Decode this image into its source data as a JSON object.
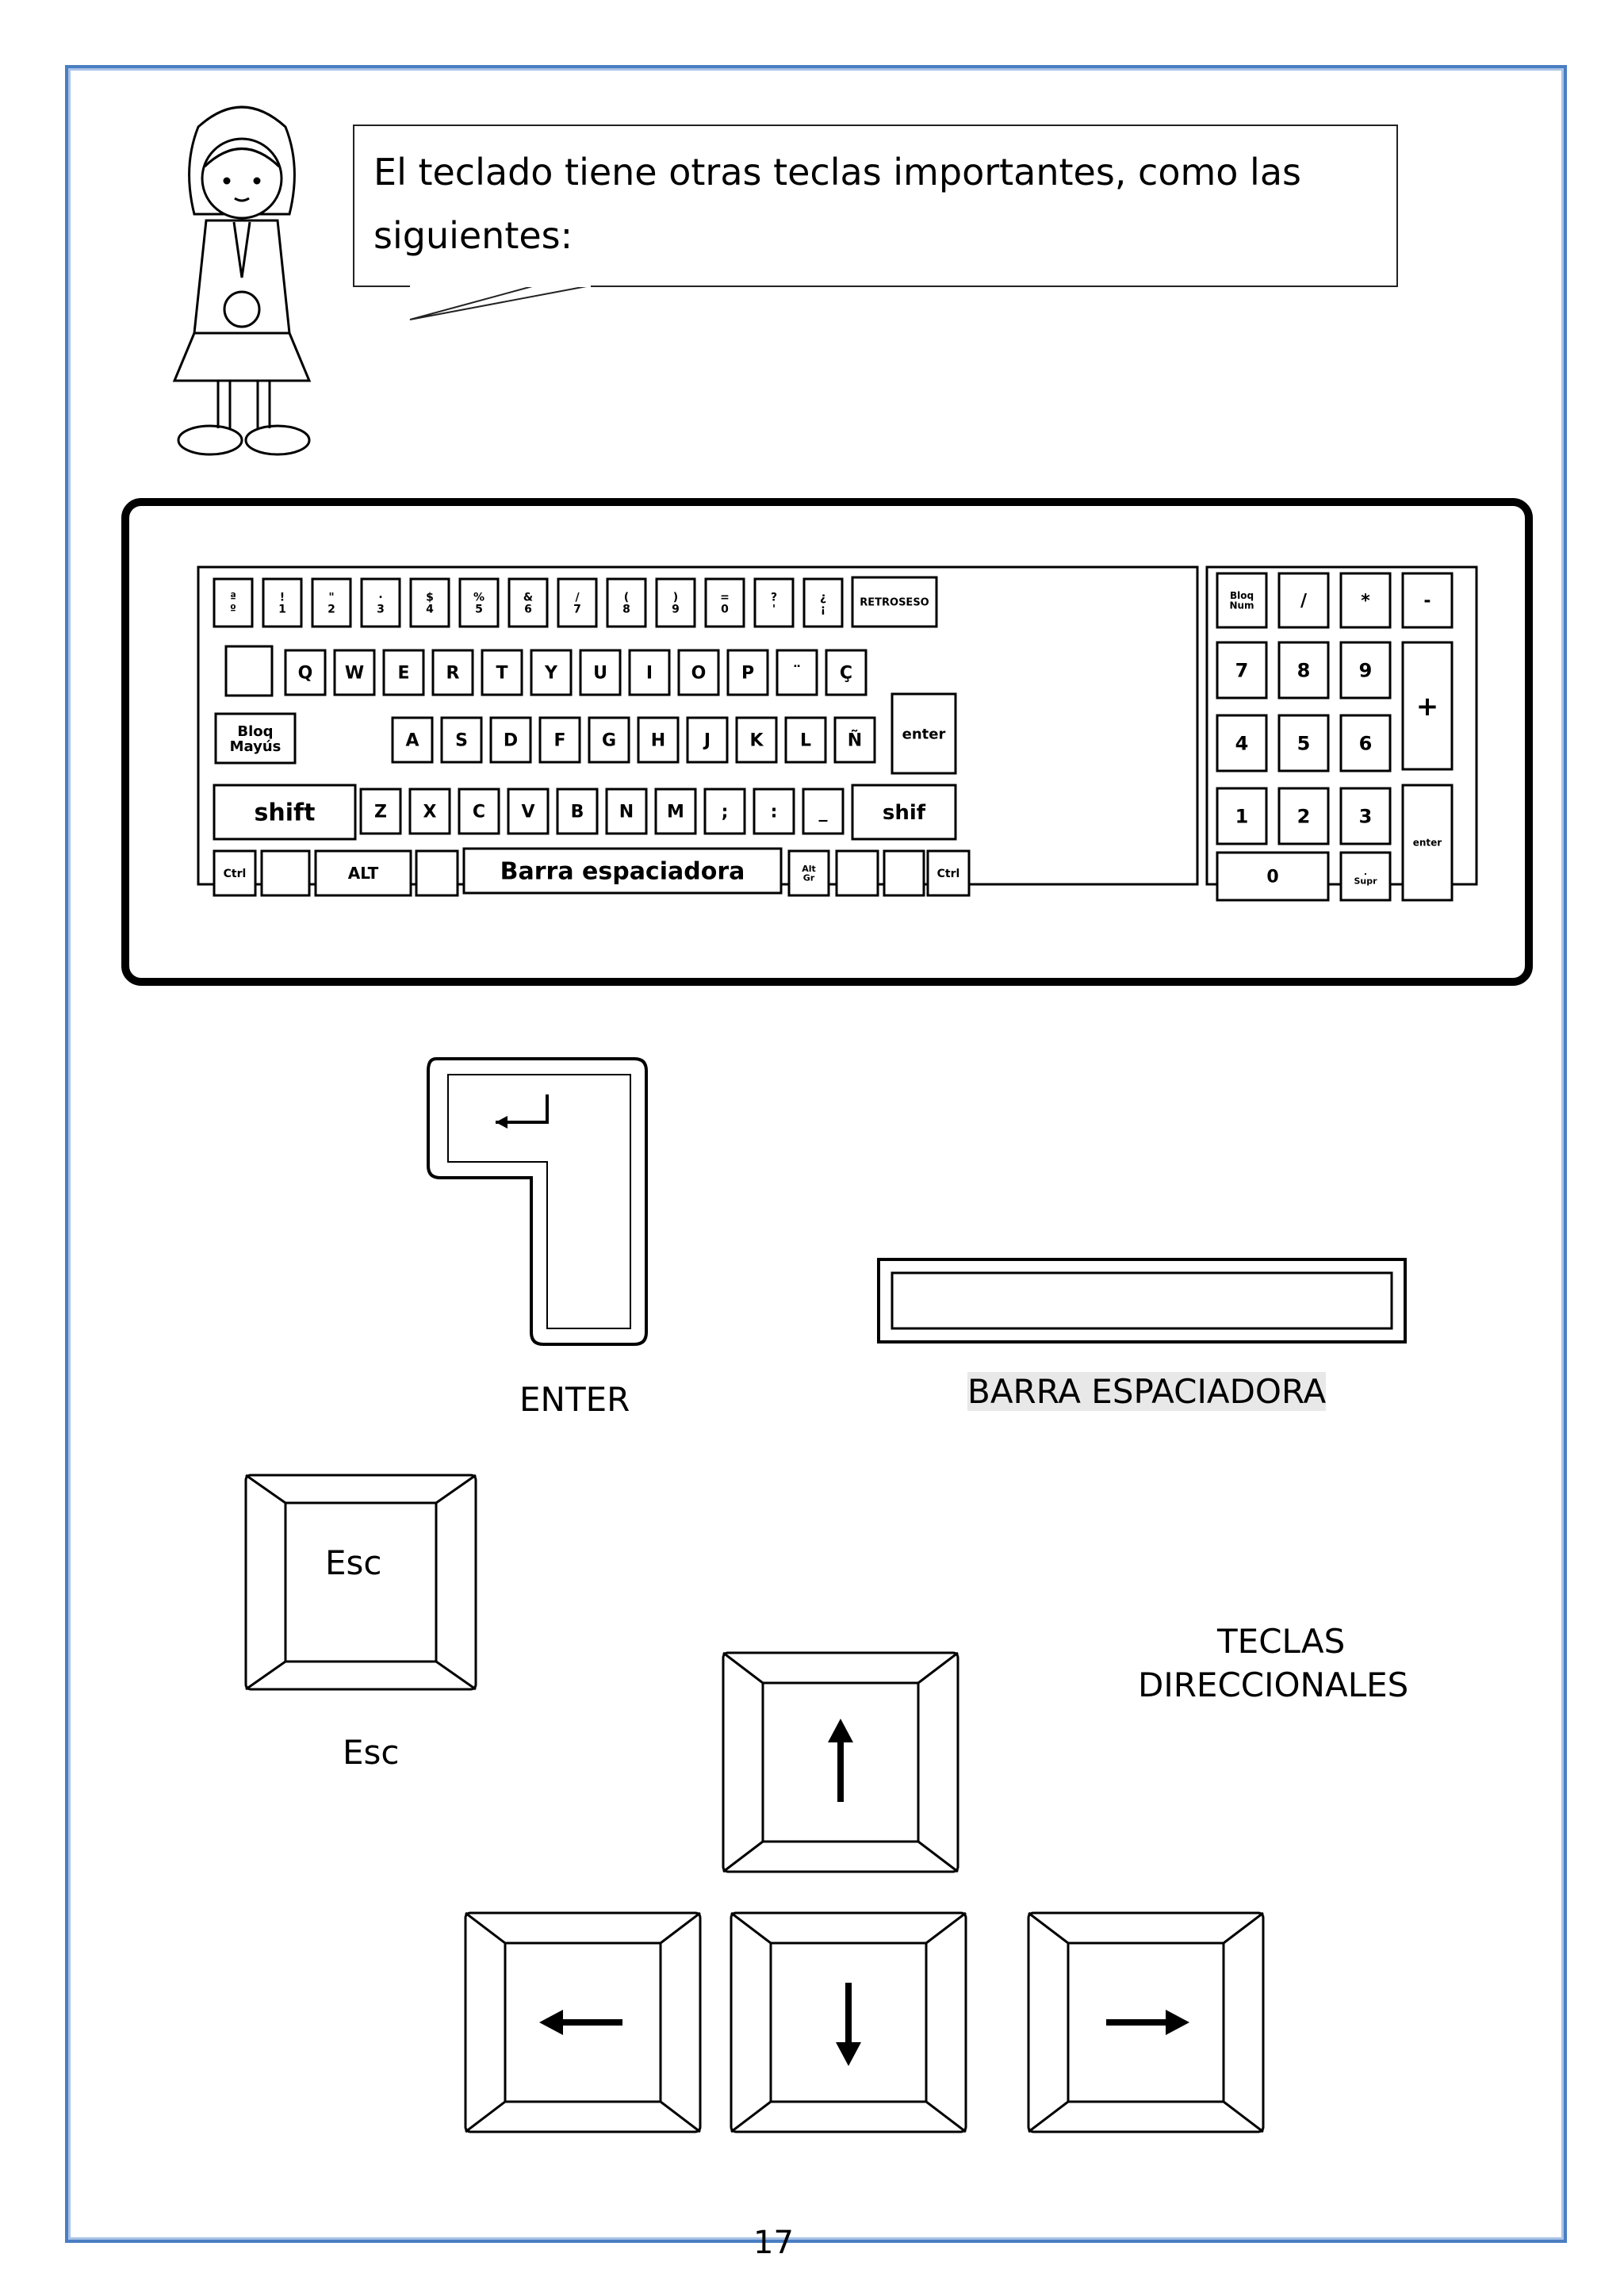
{
  "speech": {
    "text": "El teclado tiene otras teclas importantes, como las siguientes:"
  },
  "keyboard": {
    "number_row": [
      "ª º",
      "! 1",
      "\" 2",
      "· 3",
      "$ 4",
      "% 5",
      "& 6",
      "/ 7",
      "( 8",
      ") 9",
      "= 0",
      "? '",
      "¿ ¡"
    ],
    "backspace": "RETROSESO",
    "row_q": [
      "Q",
      "W",
      "E",
      "R",
      "T",
      "Y",
      "U",
      "I",
      "O",
      "P",
      "¨",
      "Ç"
    ],
    "row_a": [
      "A",
      "S",
      "D",
      "F",
      "G",
      "H",
      "J",
      "K",
      "L",
      "Ñ"
    ],
    "row_z": [
      "Z",
      "X",
      "C",
      "V",
      "B",
      "N",
      "M",
      ";",
      ":",
      "_"
    ],
    "caps_lock": [
      "Bloq",
      "Mayús"
    ],
    "shift_left": "shift",
    "shift_right": "shif",
    "enter": "enter",
    "ctrl": "Ctrl",
    "alt": "ALT",
    "alt_gr": [
      "Alt",
      "Gr"
    ],
    "space": "Barra espaciadora",
    "numpad": {
      "num_lock": [
        "Bloq",
        "Num"
      ],
      "slash": "/",
      "star": "*",
      "minus": "-",
      "plus": "+",
      "digits": [
        "7",
        "8",
        "9",
        "4",
        "5",
        "6",
        "1",
        "2",
        "3",
        "0"
      ],
      "supr": "Supr",
      "dot": ".",
      "enter": "enter"
    }
  },
  "labels": {
    "enter": "ENTER",
    "space": "BARRA ESPACIADORA",
    "esc_key": "Esc",
    "esc": "Esc",
    "arrows": [
      "TECLAS",
      "DIRECCIONALES"
    ]
  },
  "page_number": "17"
}
